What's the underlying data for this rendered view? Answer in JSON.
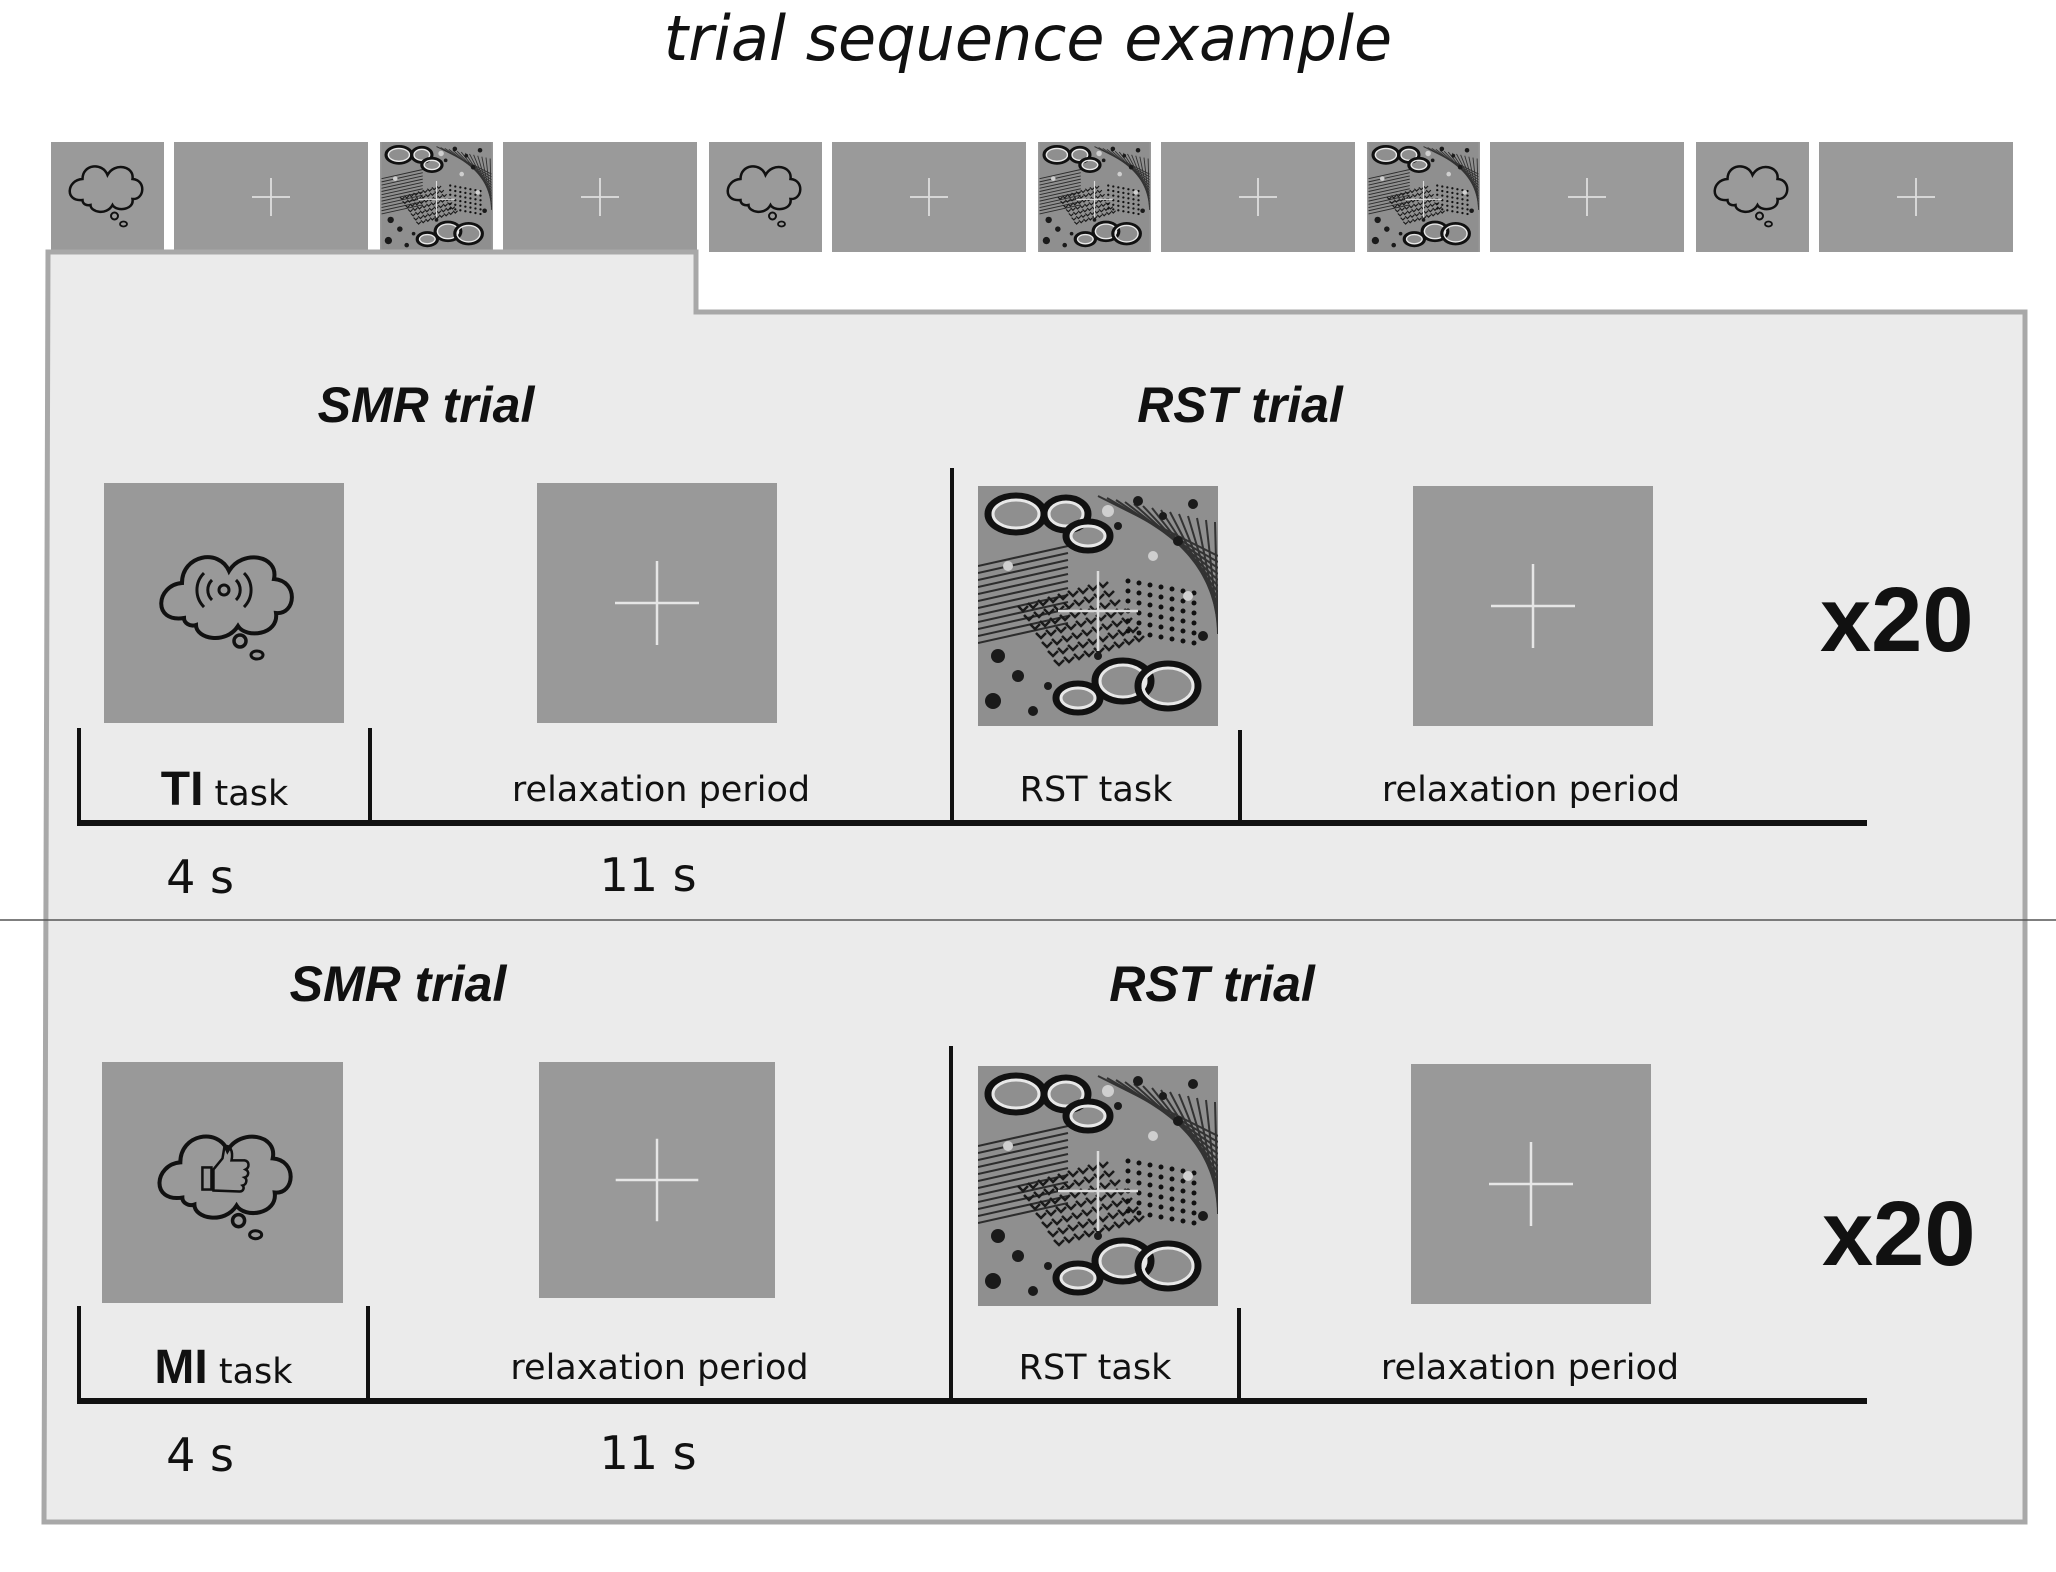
{
  "title": "trial sequence example",
  "sequence": [
    {
      "kind": "thought"
    },
    {
      "kind": "fixation"
    },
    {
      "kind": "pattern"
    },
    {
      "kind": "fixation"
    },
    {
      "kind": "thought"
    },
    {
      "kind": "fixation"
    },
    {
      "kind": "pattern"
    },
    {
      "kind": "fixation"
    },
    {
      "kind": "pattern"
    },
    {
      "kind": "fixation"
    },
    {
      "kind": "thought"
    },
    {
      "kind": "fixation"
    }
  ],
  "blocks": [
    {
      "smr_title": "SMR trial",
      "rst_title": "RST trial",
      "cue_icon": "sound-wave-icon",
      "task_abbr": "TI",
      "task_word": "task",
      "relax_label": "relaxation period",
      "rst_label": "RST task",
      "relax_label_2": "relaxation period",
      "task_duration": "4 s",
      "relax_duration": "11 s",
      "repeat": "x20"
    },
    {
      "smr_title": "SMR trial",
      "rst_title": "RST trial",
      "cue_icon": "thumbs-up-icon",
      "task_abbr": "MI",
      "task_word": "task",
      "relax_label": "relaxation period",
      "rst_label": "RST task",
      "relax_label_2": "relaxation period",
      "task_duration": "4 s",
      "relax_duration": "11 s",
      "repeat": "x20"
    }
  ],
  "colors": {
    "screen": "#999999",
    "panel": "#ebebeb",
    "outline": "#a8a8a8",
    "ink": "#111111"
  }
}
